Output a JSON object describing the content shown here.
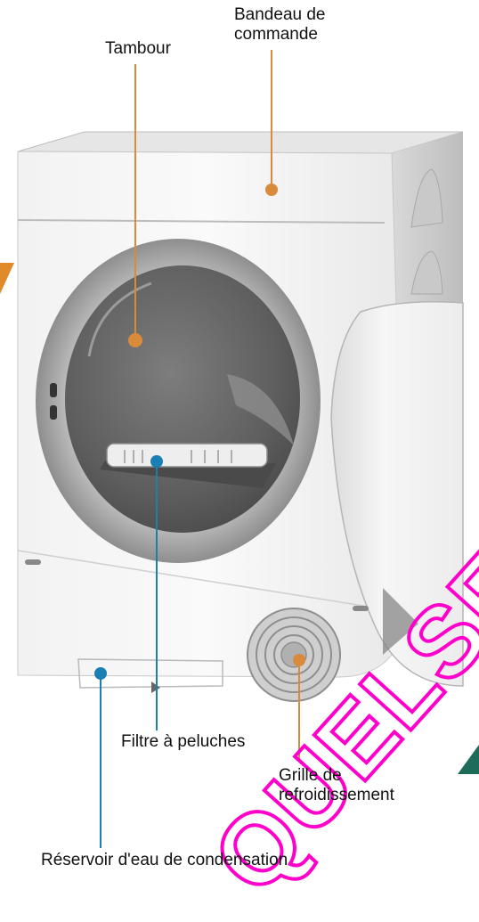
{
  "labels": {
    "bandeau": [
      "Bandeau de",
      "commande"
    ],
    "tambour": "Tambour",
    "filtre": "Filtre à peluches",
    "grille": [
      "Grille de",
      "refroidissement"
    ],
    "reservoir": "Réservoir d'eau de condensation"
  },
  "watermark": "QUELSE",
  "colors": {
    "orange_callout": "#d98a3a",
    "blue_callout": "#1a7fb3",
    "watermark_magenta": "#ff00cc",
    "corner_teal": "#1f6b5a",
    "corner_orange": "#e08a2a"
  }
}
